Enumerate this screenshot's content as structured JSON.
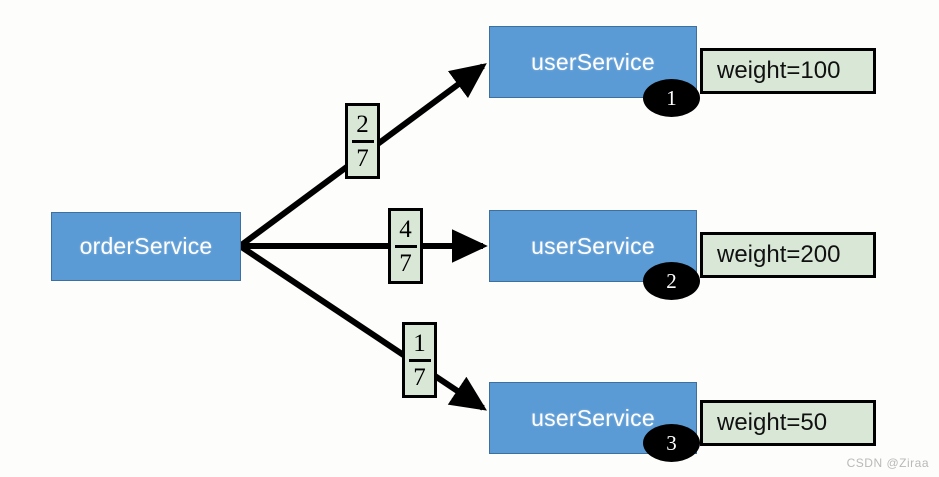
{
  "diagram": {
    "title": "weighted-load-balancing-diagram",
    "background_color": "#fdfdfb",
    "source_node": {
      "label": "orderService",
      "fill": "#5b9bd5",
      "text_color": "#ffffff"
    },
    "target_nodes": [
      {
        "label": "userService",
        "badge": "1",
        "weight_label": "weight=100",
        "fraction_numerator": "2",
        "fraction_denominator": "7",
        "fill": "#5b9bd5",
        "weight_fill": "#d9e8d6"
      },
      {
        "label": "userService",
        "badge": "2",
        "weight_label": "weight=200",
        "fraction_numerator": "4",
        "fraction_denominator": "7",
        "fill": "#5b9bd5",
        "weight_fill": "#d9e8d6"
      },
      {
        "label": "userService",
        "badge": "3",
        "weight_label": "weight=50",
        "fraction_numerator": "1",
        "fraction_denominator": "7",
        "fill": "#5b9bd5",
        "weight_fill": "#d9e8d6"
      }
    ],
    "edge_color": "#000000"
  },
  "watermark": {
    "text": "CSDN @Ziraa"
  }
}
